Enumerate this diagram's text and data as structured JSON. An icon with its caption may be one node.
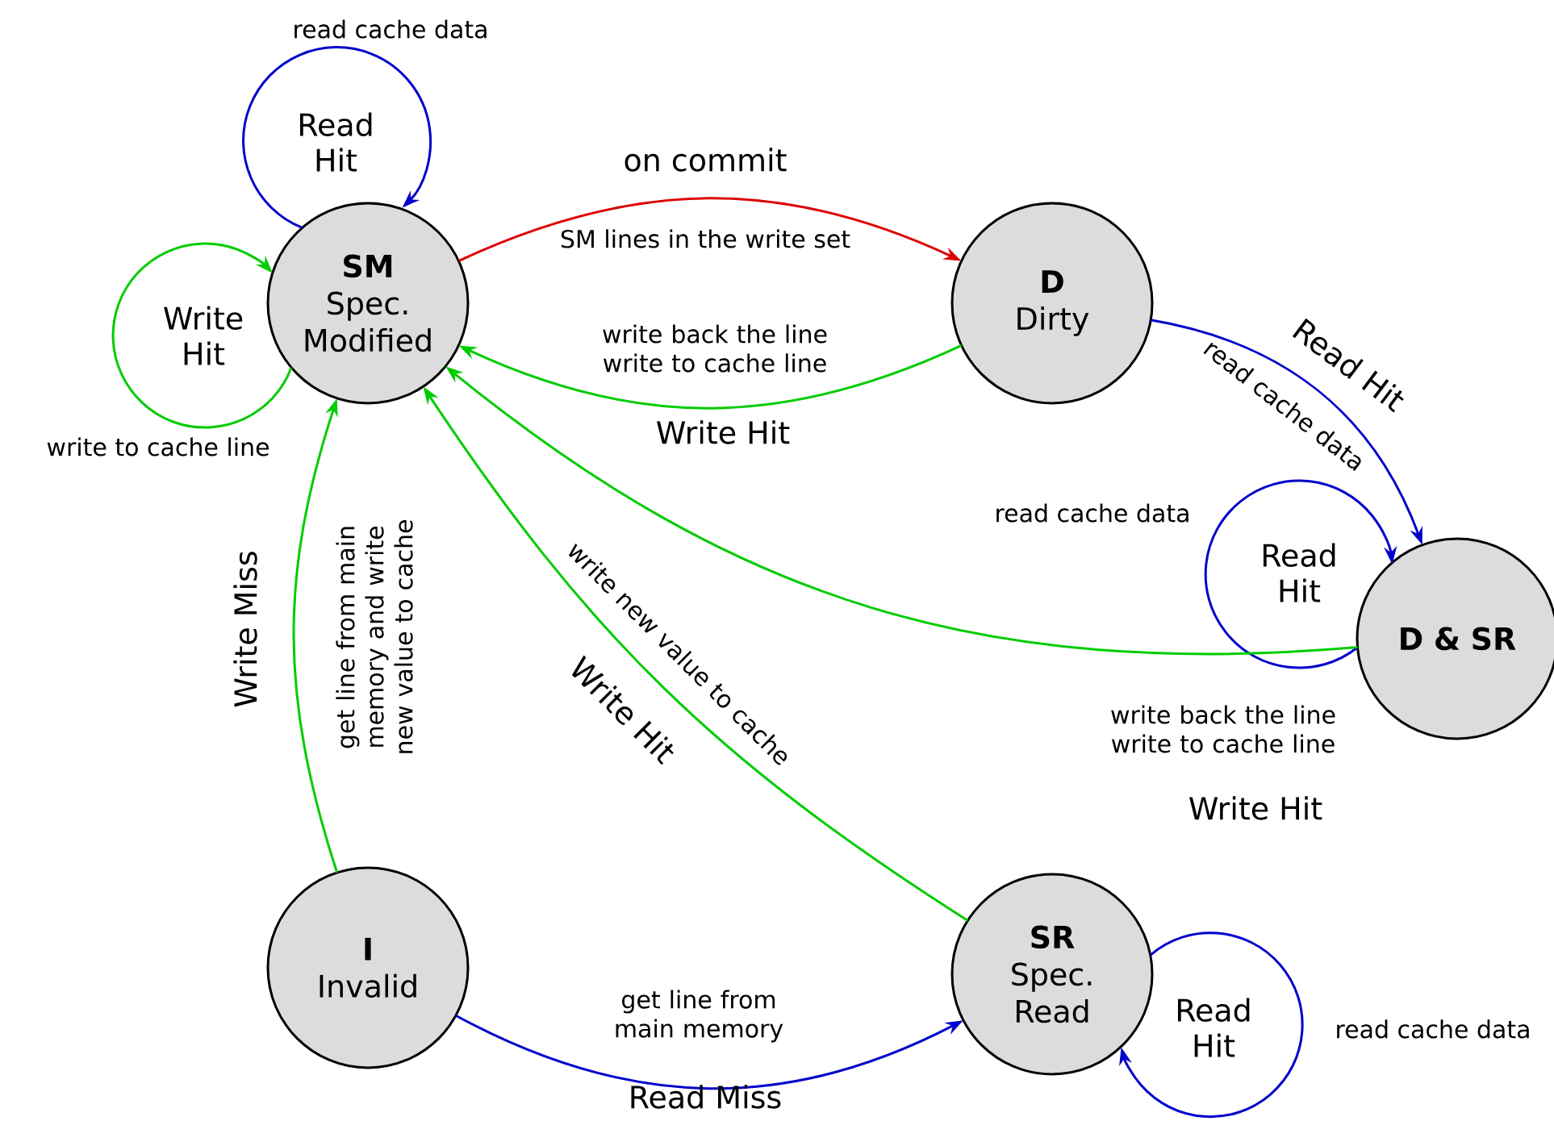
{
  "diagram": {
    "nodes": [
      {
        "text": [
          "SM",
          "Spec. Modified"
        ]
      },
      {
        "text": [
          "D",
          "Dirty"
        ]
      },
      {
        "text": [
          "D & SR"
        ]
      },
      {
        "text": [
          "I",
          "Invalid"
        ]
      },
      {
        "text": [
          "SR",
          "Spec. Read"
        ]
      }
    ],
    "edges": [
      {
        "from": 0,
        "to": 0,
        "arrow": "to",
        "label": "Read Hit",
        "color": "#0000cc"
      },
      {
        "from": 0,
        "to": 0,
        "arrow": "to",
        "label": "Write Hit",
        "color": "#00cc00"
      },
      {
        "from": 0,
        "to": 1,
        "arrow": "to",
        "label": "on commit",
        "color": "#dd0000"
      },
      {
        "from": 1,
        "to": 0,
        "arrow": "to",
        "label": "Write Hit",
        "color": "#00cc00"
      },
      {
        "from": 1,
        "to": 2,
        "arrow": "to",
        "label": "Read Hit",
        "color": "#0000cc"
      },
      {
        "from": 2,
        "to": 2,
        "arrow": "to",
        "label": "Read Hit",
        "color": "#0000cc"
      },
      {
        "from": 2,
        "to": 0,
        "arrow": "to",
        "label": "Write Hit",
        "color": "#00cc00"
      },
      {
        "from": 3,
        "to": 0,
        "arrow": "to",
        "label": "Write Miss",
        "color": "#00cc00"
      },
      {
        "from": 4,
        "to": 0,
        "arrow": "to",
        "label": "Write Hit",
        "color": "#00cc00"
      },
      {
        "from": 3,
        "to": 4,
        "arrow": "to",
        "label": "Read Miss",
        "color": "#0000cc"
      },
      {
        "from": 4,
        "to": 4,
        "arrow": "to",
        "label": "Read Hit",
        "color": "#0000cc"
      }
    ],
    "labels": [
      "read cache data",
      "write to cache line",
      "SM lines in the write set",
      "write back the line write to cache line",
      "read cache data",
      "read cache data",
      "write back the line write to cache line",
      "get line from main memory and write new value to cache",
      "write new value to cache",
      "get line from main memory",
      "read cache data"
    ]
  }
}
